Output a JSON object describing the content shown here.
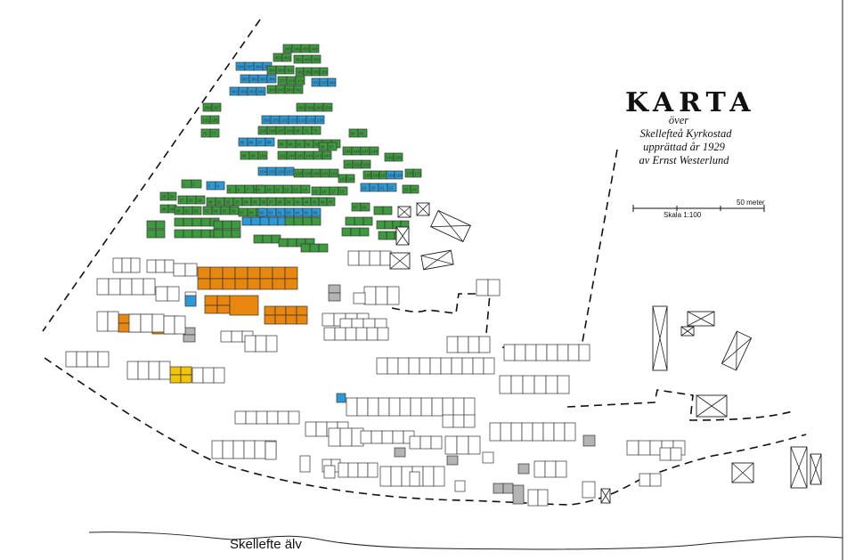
{
  "colors": {
    "background": "#ffffff",
    "line": "#222222",
    "orange": "#e8870f",
    "gold": "#f2c40c",
    "gray": "#b4b4b4",
    "green": "#3e9a3e",
    "blue": "#2c9ad6",
    "plain": "#ffffff"
  },
  "legend_title": "KARTA",
  "subtitle_lines": [
    "över",
    "Skellefteå Kyrkostad",
    "upprättad år 1929",
    "av Ernst Westerlund"
  ],
  "scale": {
    "distance_label": "50 meter",
    "ratio_label": "Skala 1:100"
  },
  "river_label": "Skellefte älv",
  "lot_labels": [
    "245",
    "246",
    "405",
    "406",
    "403",
    "402",
    "401",
    "400",
    "399",
    "398",
    "397",
    "396",
    "395",
    "394",
    "393",
    "392",
    "391",
    "390",
    "389",
    "388",
    "387",
    "386",
    "383",
    "380",
    "377",
    "376",
    "374",
    "371",
    "370",
    "366",
    "363",
    "359",
    "333",
    "345",
    "344",
    "343",
    "342",
    "341",
    "340",
    "339",
    "260",
    "259",
    "258",
    "257",
    "256",
    "255",
    "122",
    "123",
    "126",
    "129",
    "130",
    "131",
    "185",
    "205",
    "206",
    "207",
    "208",
    "69",
    "72",
    "75",
    "76",
    "77",
    "80",
    "82",
    "85",
    "86",
    "87",
    "88",
    "89",
    "90",
    "91",
    "92",
    "93",
    "94",
    "95",
    "96",
    "97",
    "98",
    "99",
    "100",
    "101",
    "140",
    "141",
    "142",
    "143",
    "144",
    "145",
    "146",
    "147",
    "148",
    "149",
    "150",
    "151",
    "152",
    "153",
    "154",
    "155",
    "156",
    "157",
    "158",
    "159",
    "160",
    "161",
    "162",
    "163",
    "164",
    "165",
    "166",
    "167",
    "168",
    "169",
    "170",
    "171",
    "1",
    "2",
    "3",
    "4",
    "5",
    "6",
    "7",
    "8",
    "9",
    "10",
    "11",
    "12",
    "13",
    "14",
    "15",
    "16",
    "17",
    "18",
    "19",
    "20",
    "21",
    "22",
    "23",
    "24",
    "25",
    "26",
    "27",
    "28",
    "29",
    "30",
    "31",
    "32",
    "33",
    "34",
    "35",
    "36",
    "37",
    "38",
    "39",
    "40",
    "41",
    "42",
    "43",
    "44",
    "45",
    "46",
    "47",
    "48",
    "49",
    "50",
    "51",
    "52",
    "53",
    "54",
    "55",
    "56",
    "57",
    "58",
    "59",
    "60",
    "61",
    "62",
    "63",
    "64",
    "65",
    "66",
    "67",
    "68"
  ]
}
